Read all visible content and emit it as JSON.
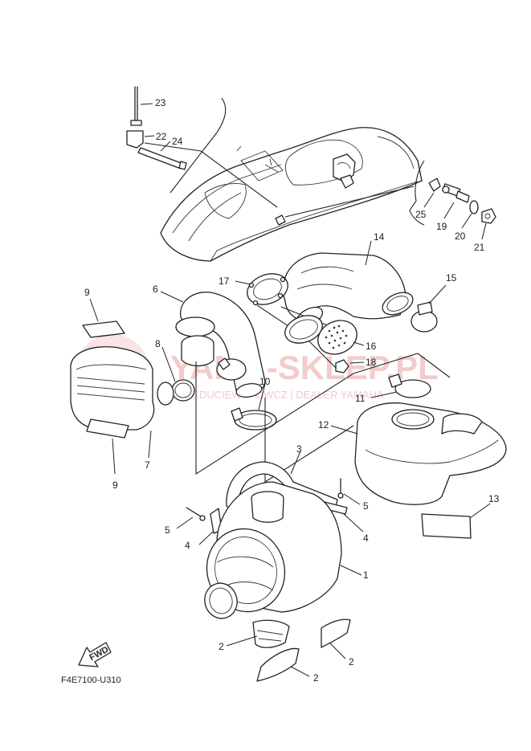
{
  "watermark": {
    "main": "YAMA-SKLEP.PL",
    "sub": "DUCIEWYPOWCZ | DEALER YAMAHA"
  },
  "diagram_code": "F4E7100-U310",
  "fwd_label": "FWD",
  "callouts": {
    "c1": "1",
    "c2a": "2",
    "c2b": "2",
    "c2c": "2",
    "c3": "3",
    "c4a": "4",
    "c4b": "4",
    "c5a": "5",
    "c5b": "5",
    "c6": "6",
    "c7": "7",
    "c8": "8",
    "c9a": "9",
    "c9b": "9",
    "c10": "10",
    "c11": "11",
    "c12": "12",
    "c13": "13",
    "c14": "14",
    "c15": "15",
    "c16": "16",
    "c17": "17",
    "c18": "18",
    "c19": "19",
    "c20": "20",
    "c21": "21",
    "c22": "22",
    "c23": "23",
    "c24": "24",
    "c25": "25"
  },
  "colors": {
    "line": "#222222",
    "watermark": "#e9a4a4"
  }
}
